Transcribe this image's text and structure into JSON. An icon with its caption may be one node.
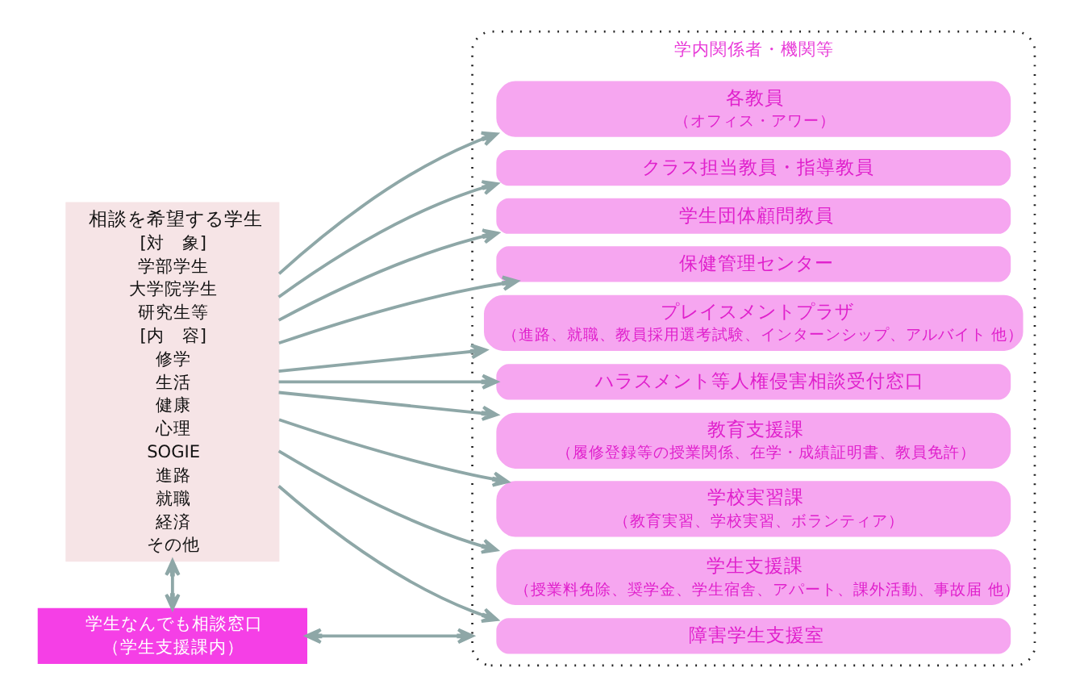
{
  "diagram": {
    "nodes": [
      {
        "text": [
          "相談を希望する学生",
          "[対　象]",
          "学部学生",
          "大学院学生",
          "研究生等",
          "[内　容]",
          "修学",
          "生活",
          "健康",
          "心理",
          "SOGIE",
          "進路",
          "就職",
          "経済",
          "その他"
        ]
      },
      {
        "text": [
          "学生なんでも相談窓口",
          "（学生支援課内）"
        ]
      },
      {
        "text": [
          "学内関係者・機関等"
        ]
      },
      {
        "text": [
          "各教員",
          "（オフィス・アワー）"
        ],
        "in": 2
      },
      {
        "text": [
          "クラス担当教員・指導教員"
        ],
        "in": 2
      },
      {
        "text": [
          "学生団体顧問教員"
        ],
        "in": 2
      },
      {
        "text": [
          "保健管理センター"
        ],
        "in": 2
      },
      {
        "text": [
          "プレイスメントプラザ",
          "（進路、就職、教員採用選考試験、インターンシップ、アルバイト 他）"
        ],
        "in": 2
      },
      {
        "text": [
          "ハラスメント等人権侵害相談受付窓口"
        ],
        "in": 2
      },
      {
        "text": [
          "教育支援課",
          "（履修登録等の授業関係、在学・成績証明書、教員免許）"
        ],
        "in": 2
      },
      {
        "text": [
          "学校実習課",
          "（教育実習、学校実習、ボランティア）"
        ],
        "in": 2
      },
      {
        "text": [
          "学生支援課",
          "（授業料免除、奨学金、学生宿舎、アパート、課外活動、事故届 他）"
        ],
        "in": 2
      },
      {
        "text": [
          "障害学生支援室"
        ],
        "in": 2
      }
    ],
    "edges": [
      {
        "from": 0,
        "to": 1,
        "arrow": "both"
      },
      {
        "from": 0,
        "to": 3,
        "arrow": "to"
      },
      {
        "from": 0,
        "to": 4,
        "arrow": "to"
      },
      {
        "from": 0,
        "to": 5,
        "arrow": "to"
      },
      {
        "from": 0,
        "to": 6,
        "arrow": "to"
      },
      {
        "from": 0,
        "to": 7,
        "arrow": "to"
      },
      {
        "from": 0,
        "to": 8,
        "arrow": "to"
      },
      {
        "from": 0,
        "to": 9,
        "arrow": "to"
      },
      {
        "from": 0,
        "to": 10,
        "arrow": "to"
      },
      {
        "from": 0,
        "to": 11,
        "arrow": "to"
      },
      {
        "from": 0,
        "to": 12,
        "arrow": "to"
      },
      {
        "from": 1,
        "to": 2,
        "arrow": "both"
      }
    ]
  }
}
